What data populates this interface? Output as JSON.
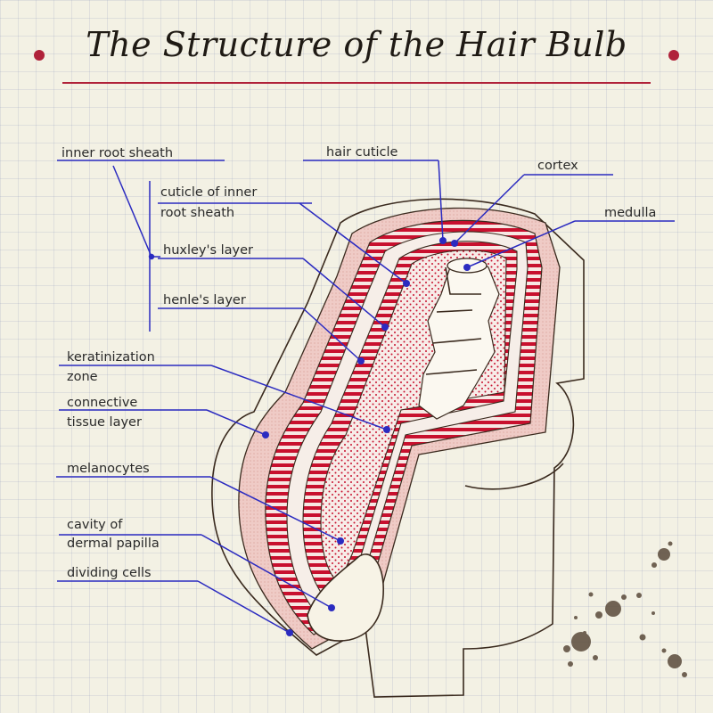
{
  "title": "The Structure of the Hair Bulb",
  "colors": {
    "background": "#f3f1e4",
    "title_accent": "#b0223a",
    "leader_lines": "#2b2bc0",
    "stripe_red": "#c8102e",
    "pink_fill": "#efcbc6",
    "outline": "#3a2a1e",
    "ink_splatter": "#5a4a3a"
  },
  "labels": {
    "inner_root_sheath": "inner root sheath",
    "cuticle_of_inner_root_sheath_1": "cuticle of inner",
    "cuticle_of_inner_root_sheath_2": "root sheath",
    "huxleys_layer": "huxley's layer",
    "henles_layer": "henle's layer",
    "keratinization_zone_1": "keratinization",
    "keratinization_zone_2": "zone",
    "connective_tissue_layer_1": "connective",
    "connective_tissue_layer_2": "tissue layer",
    "melanocytes": "melanocytes",
    "cavity_of_dermal_papilla_1": "cavity of",
    "cavity_of_dermal_papilla_2": "dermal papilla",
    "dividing_cells": "dividing cells",
    "hair_cuticle": "hair cuticle",
    "cortex": "cortex",
    "medulla": "medulla"
  },
  "icons": [
    "title-dot-icon",
    "ink-splatter-icon"
  ]
}
